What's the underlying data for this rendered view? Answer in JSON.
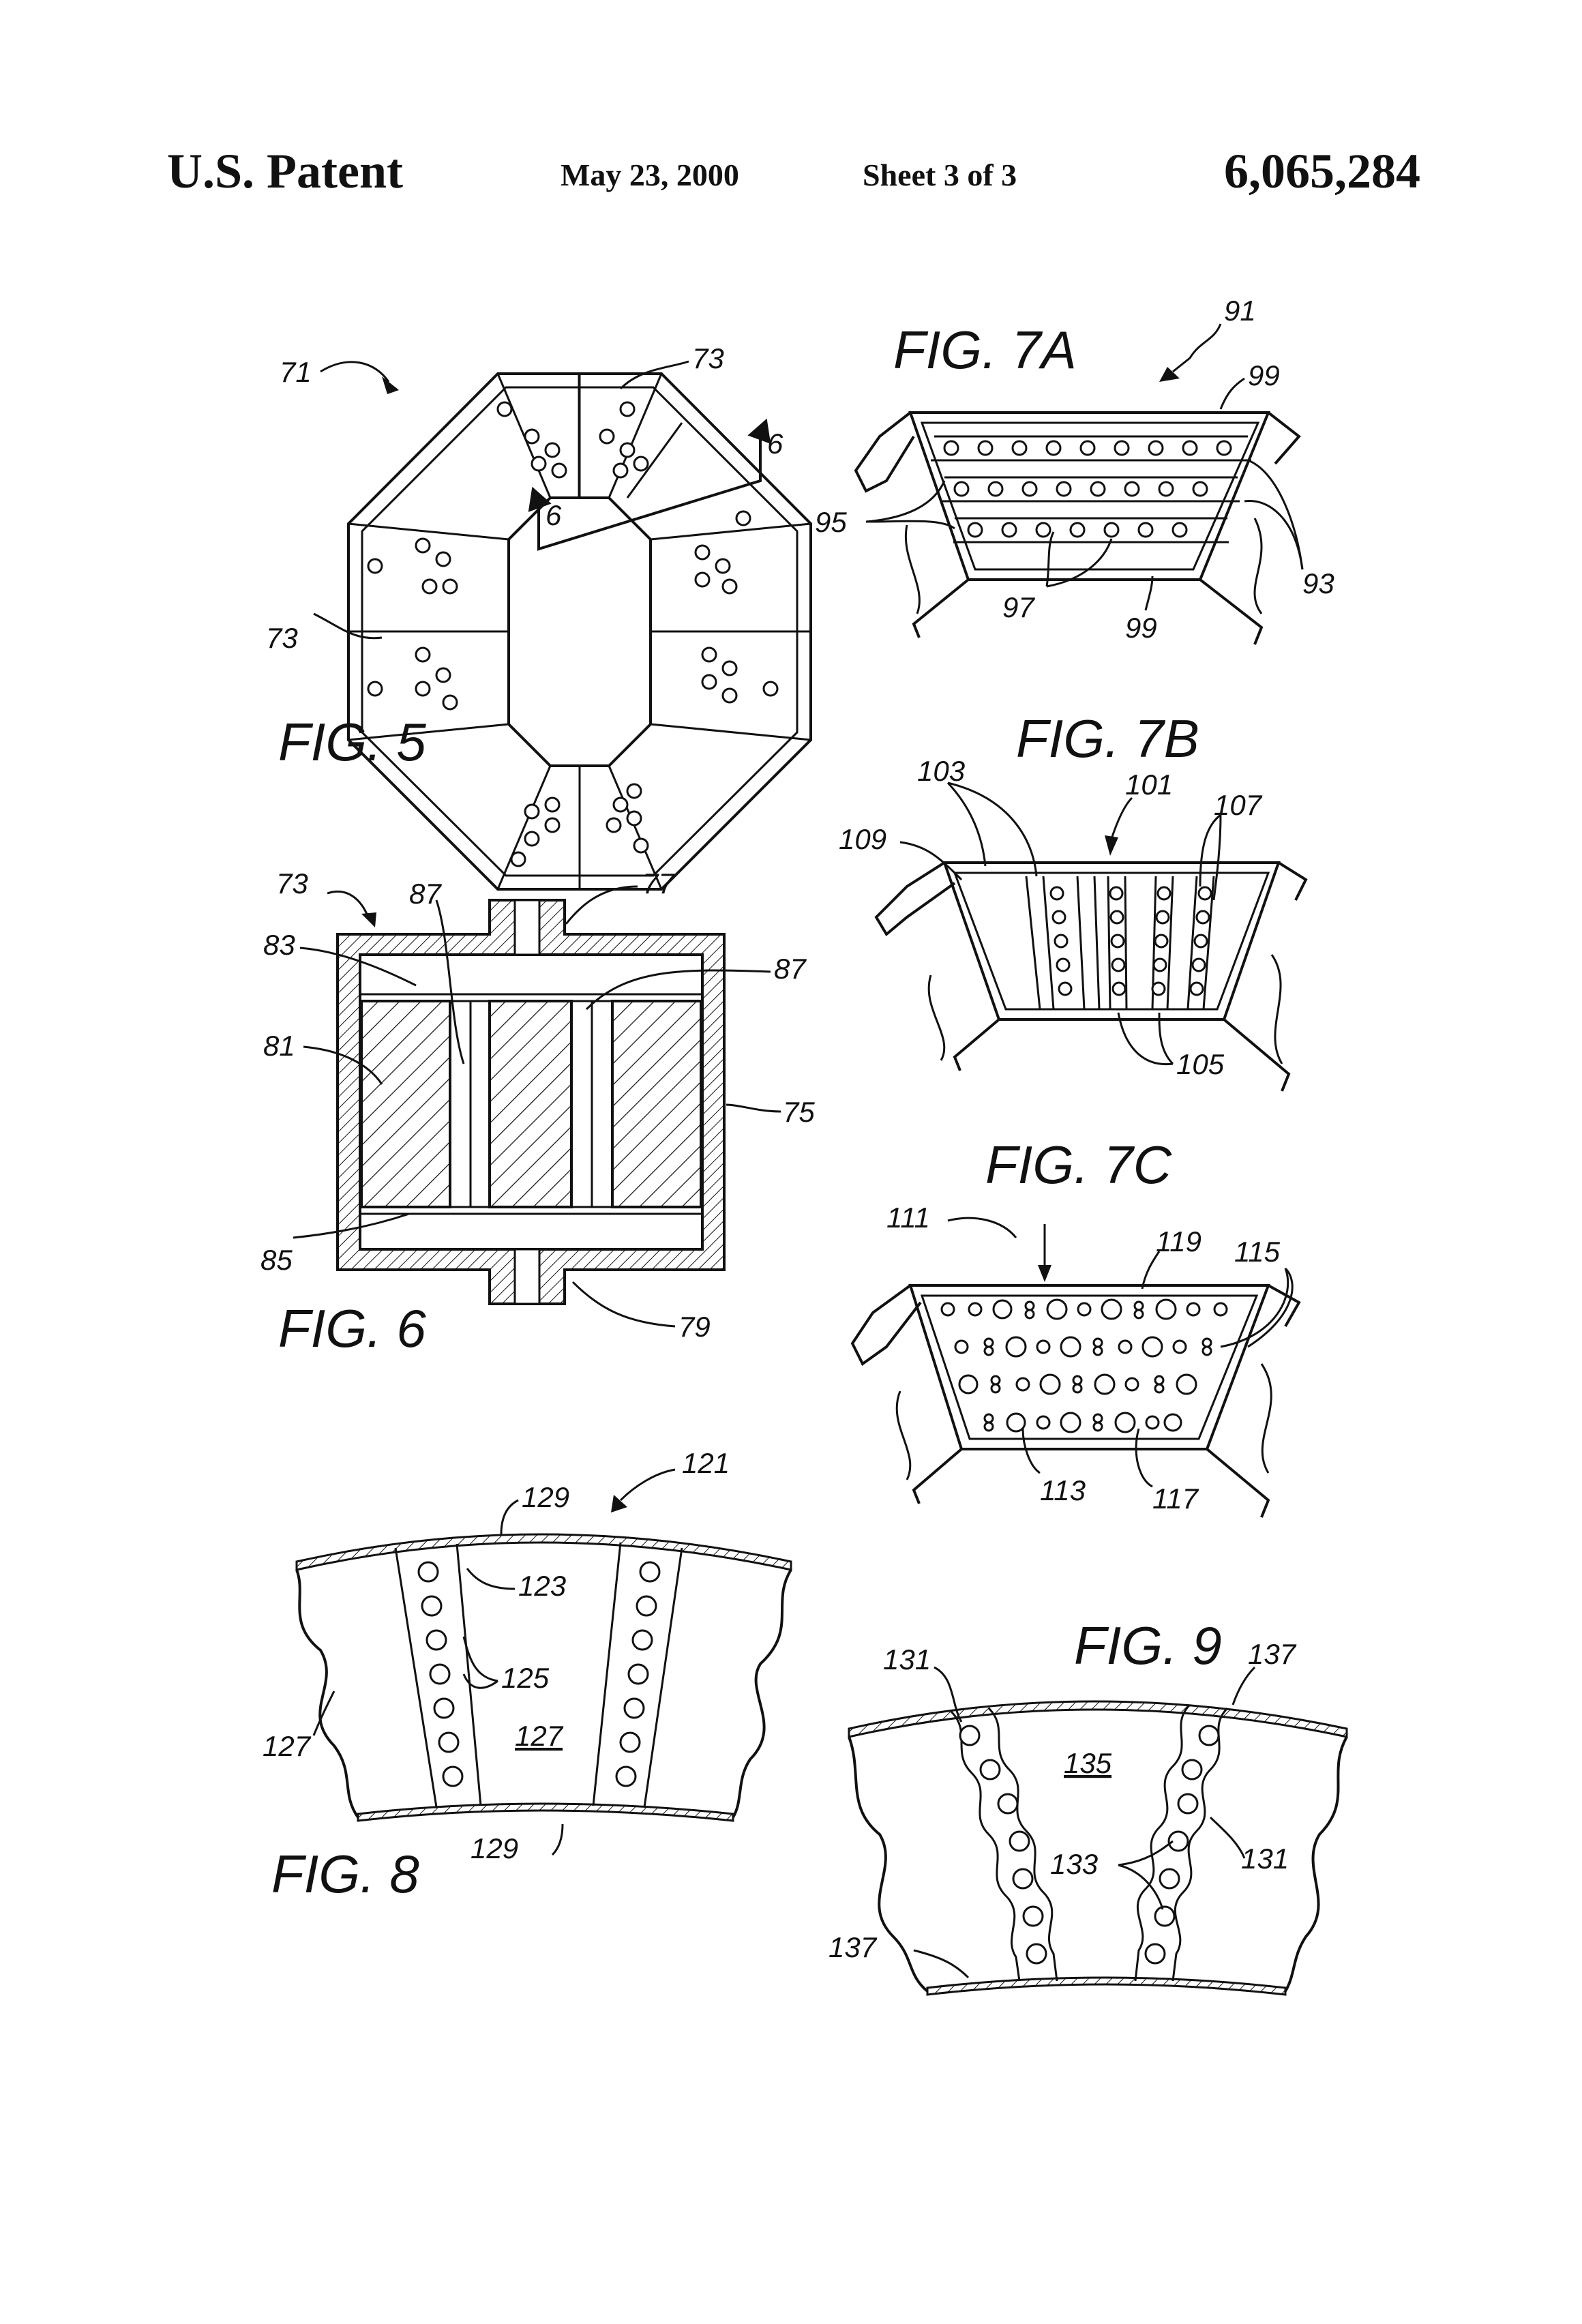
{
  "header": {
    "left": "U.S. Patent",
    "date": "May 23, 2000",
    "sheet": "Sheet 3 of 3",
    "number": "6,065,284"
  },
  "figures": {
    "fig5": {
      "label": "FIG. 5",
      "refs": {
        "r71": "71",
        "r73a": "73",
        "r73b": "73",
        "s6a": "6",
        "s6b": "6"
      }
    },
    "fig6": {
      "label": "FIG. 6",
      "refs": {
        "r73": "73",
        "r87a": "87",
        "r77": "77",
        "r83": "83",
        "r87b": "87",
        "r81": "81",
        "r75": "75",
        "r85": "85",
        "r79": "79"
      }
    },
    "fig7a": {
      "label": "FIG. 7A",
      "refs": {
        "r91": "91",
        "r99a": "99",
        "r95": "95",
        "r93": "93",
        "r97": "97",
        "r99b": "99"
      }
    },
    "fig7b": {
      "label": "FIG. 7B",
      "refs": {
        "r103": "103",
        "r101": "101",
        "r107": "107",
        "r109": "109",
        "r105": "105"
      }
    },
    "fig7c": {
      "label": "FIG. 7C",
      "refs": {
        "r111": "111",
        "r119": "119",
        "r115": "115",
        "r113": "113",
        "r117": "117"
      }
    },
    "fig8": {
      "label": "FIG. 8",
      "refs": {
        "r121": "121",
        "r129a": "129",
        "r123": "123",
        "r125": "125",
        "r127a": "127",
        "r127b": "127",
        "r129b": "129"
      }
    },
    "fig9": {
      "label": "FIG. 9",
      "refs": {
        "r137a": "137",
        "r131a": "131",
        "r135": "135",
        "r133": "133",
        "r131b": "131",
        "r137b": "137"
      }
    }
  }
}
